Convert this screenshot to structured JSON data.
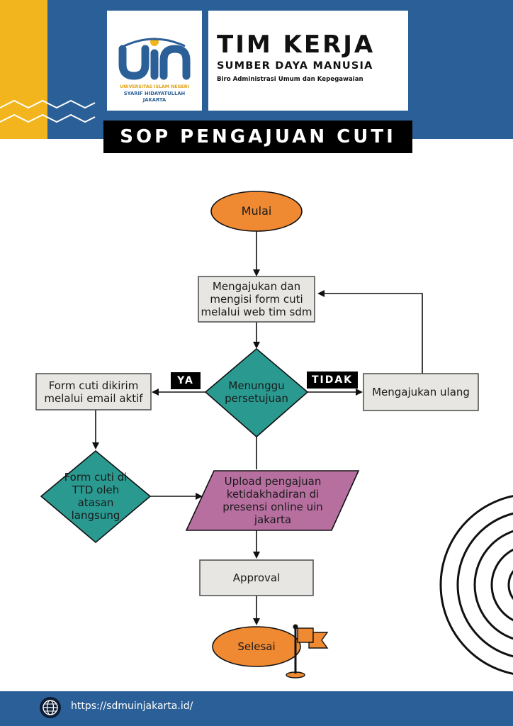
{
  "header": {
    "logo": {
      "mark": "uin",
      "line1": "UNIVERSITAS ISLAM NEGERI",
      "line2": "SYARIF HIDAYATULLAH",
      "line3": "JAKARTA"
    },
    "title": "TIM KERJA",
    "subtitle": "SUMBER DAYA MANUSIA",
    "subtitle2": "Biro Administrasi Umum dan Kepegawaian",
    "banner": "SOP PENGAJUAN CUTI"
  },
  "flow": {
    "start": "Mulai",
    "apply": "Mengajukan dan mengisi form cuti melalui web tim sdm",
    "wait": "Menunggu persetujuan",
    "yes_label": "YA",
    "no_label": "TIDAK",
    "reapply": "Mengajukan ulang",
    "email": "Form cuti dikirim melalui email aktif",
    "sign": "Form cuti di TTD oleh atasan langsung",
    "upload": "Upload pengajuan ketidakhadiran di presensi online uin jakarta",
    "approval": "Approval",
    "end": "Selesai"
  },
  "footer": {
    "url": "https://sdmuinjakarta.id/",
    "icon": "globe-icon"
  },
  "colors": {
    "blue": "#2b5f97",
    "yellow": "#f2b51d",
    "orange": "#f08a32",
    "teal": "#2a9a91",
    "purple": "#b76fa0",
    "box": "#e8e6e2"
  }
}
